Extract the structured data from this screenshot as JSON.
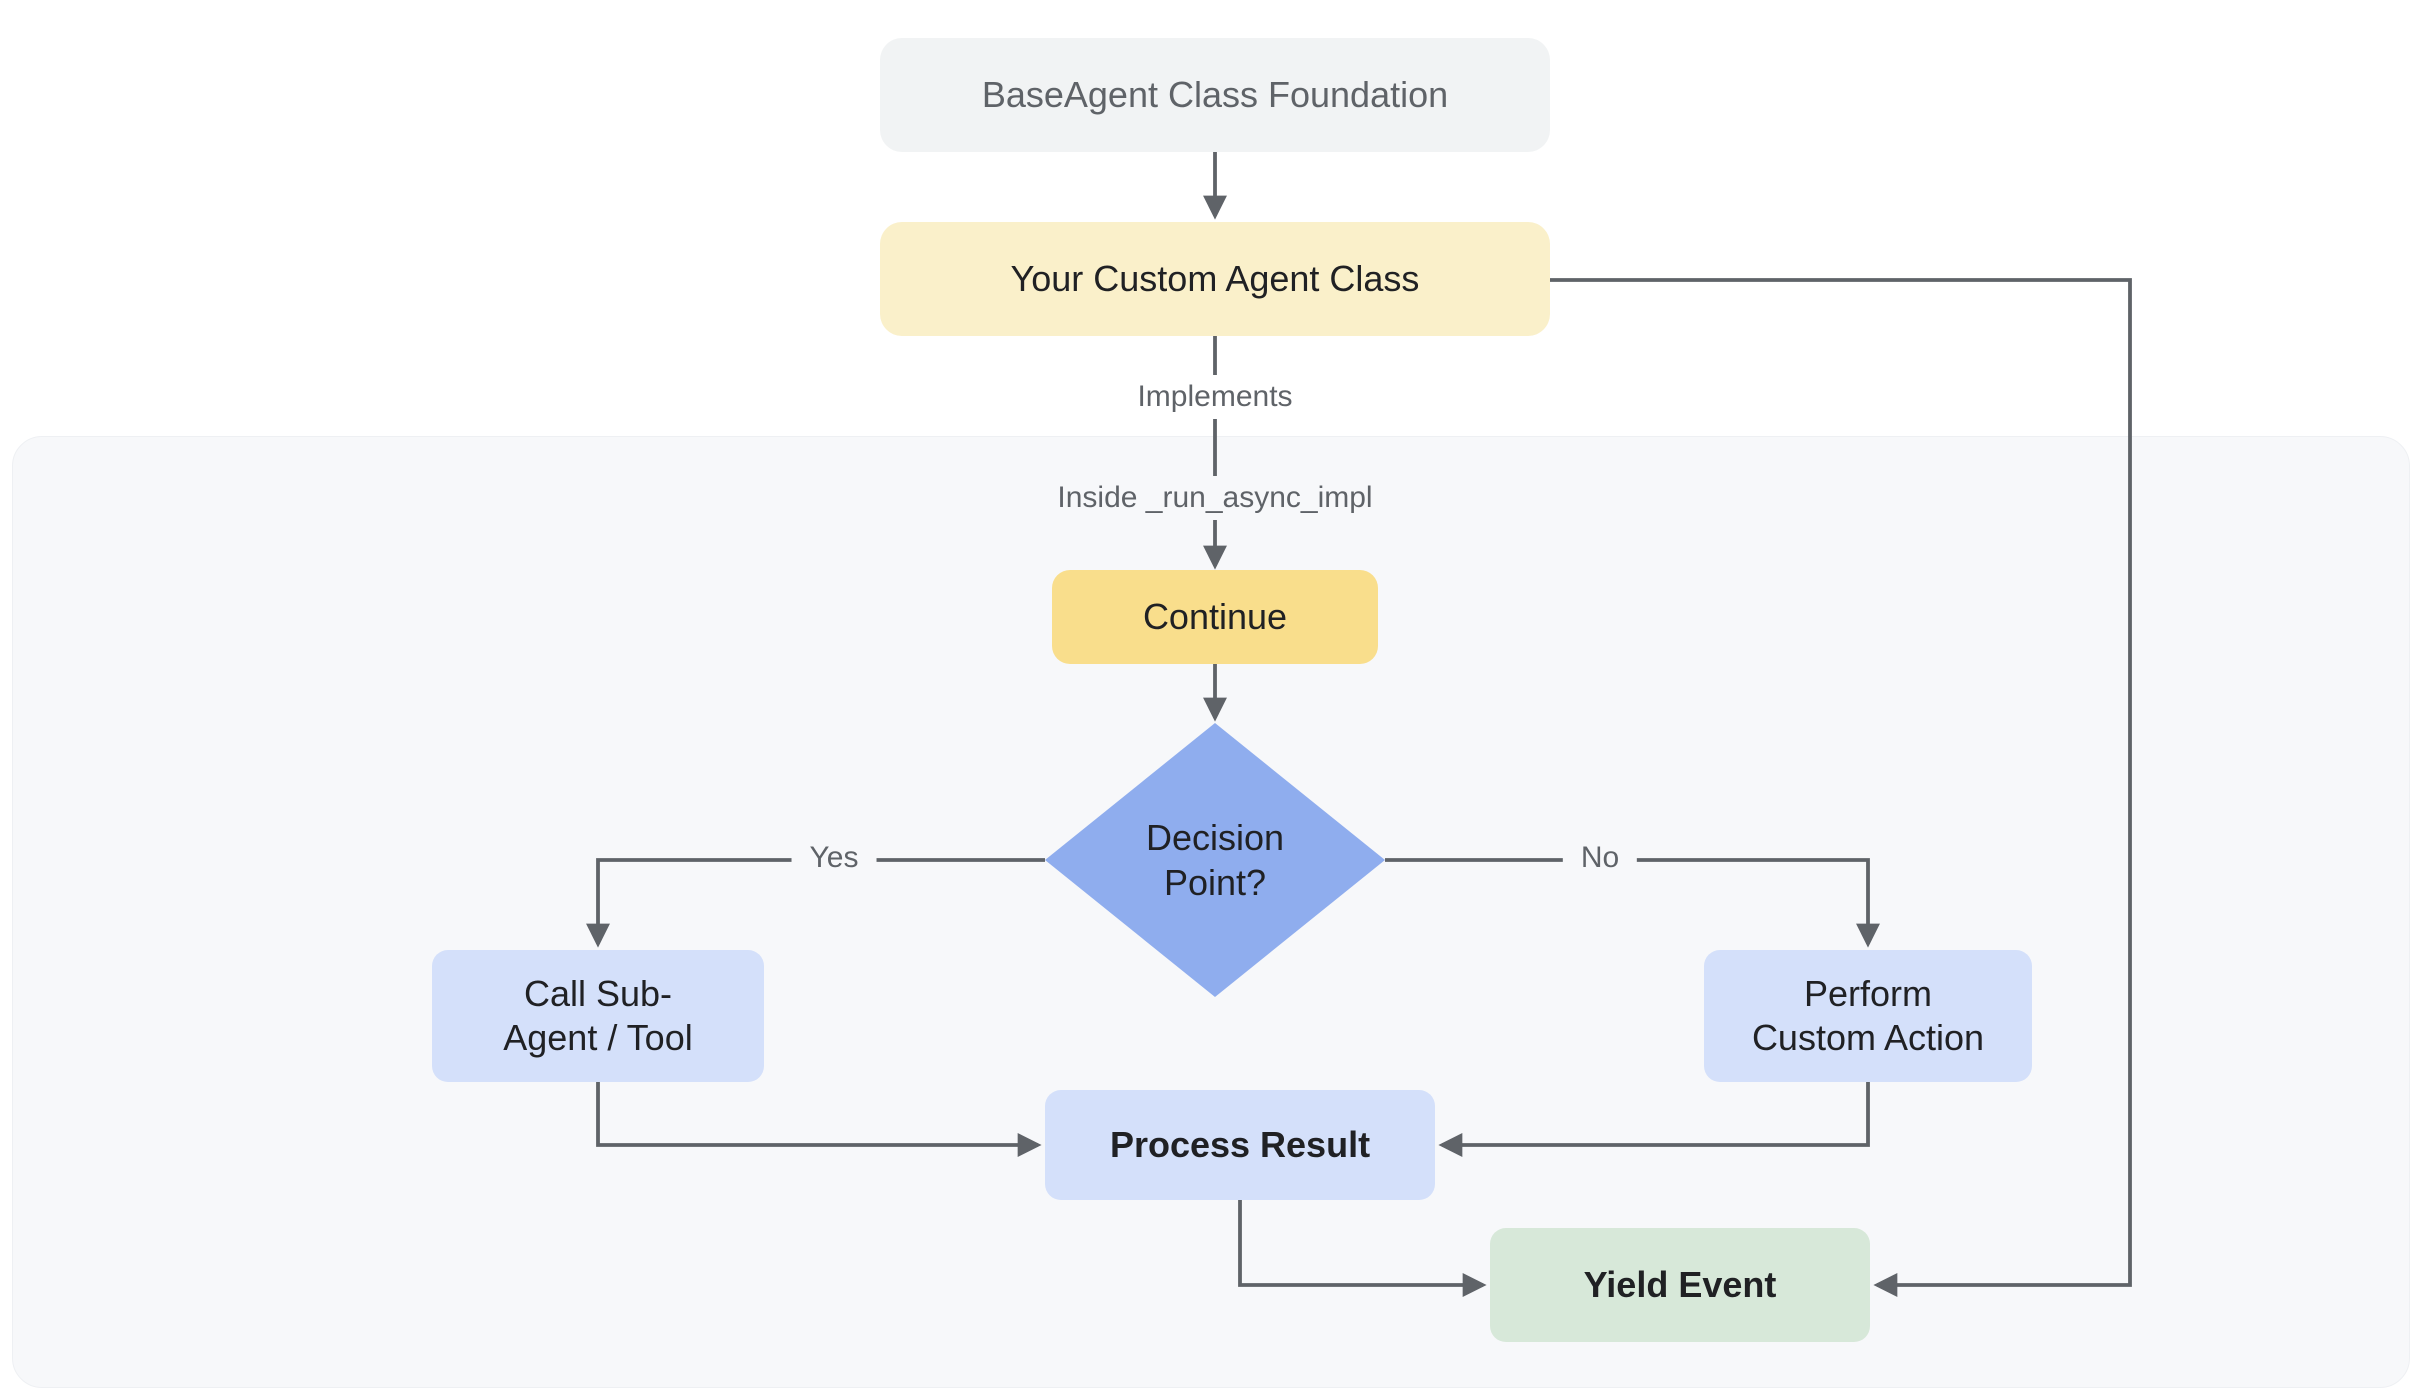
{
  "colors": {
    "page_bg": "#ffffff",
    "container_bg": "#f7f8fa",
    "container_border": "#eef0f3",
    "line": "#5f6368",
    "node_text_dark": "#202124",
    "muted_text": "#5f6368",
    "foundation_bg": "#f1f3f4",
    "custom_agent_bg": "#faf0ca",
    "continue_bg": "#f9de8c",
    "decision_bg": "#8fadee",
    "action_bg": "#d4e0fa",
    "yield_bg": "#d7e8d9"
  },
  "nodes": {
    "foundation": {
      "label": "BaseAgent Class Foundation"
    },
    "custom_agent": {
      "label": "Your Custom Agent Class"
    },
    "continue_step": {
      "label": "Continue"
    },
    "decision": {
      "lines": [
        "Decision",
        "Point?"
      ]
    },
    "call_sub_agent": {
      "lines": [
        "Call Sub-",
        "Agent / Tool"
      ]
    },
    "perform_custom_action": {
      "lines": [
        "Perform",
        "Custom Action"
      ]
    },
    "process_result": {
      "label": "Process Result"
    },
    "yield_event": {
      "label": "Yield Event"
    }
  },
  "edge_labels": {
    "implements": "Implements",
    "inside_run_async_impl": "Inside _run_async_impl",
    "yes": "Yes",
    "no": "No"
  }
}
